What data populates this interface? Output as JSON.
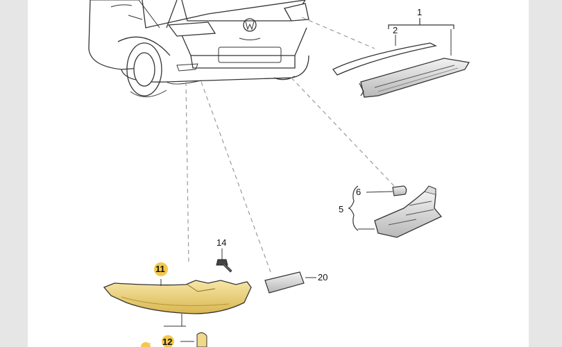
{
  "diagram": {
    "part_labels": {
      "p1": "1",
      "p2": "2",
      "p5": "5",
      "p6": "6",
      "p11": "11",
      "p12": "12",
      "p14": "14",
      "p20": "20"
    },
    "colors": {
      "background": "#e6e6e6",
      "panel": "#ffffff",
      "outline": "#222222",
      "callout_highlight": "#f2c94c",
      "part_highlight": "#f0d98a",
      "dashed_leader": "#9a9a9a"
    }
  }
}
